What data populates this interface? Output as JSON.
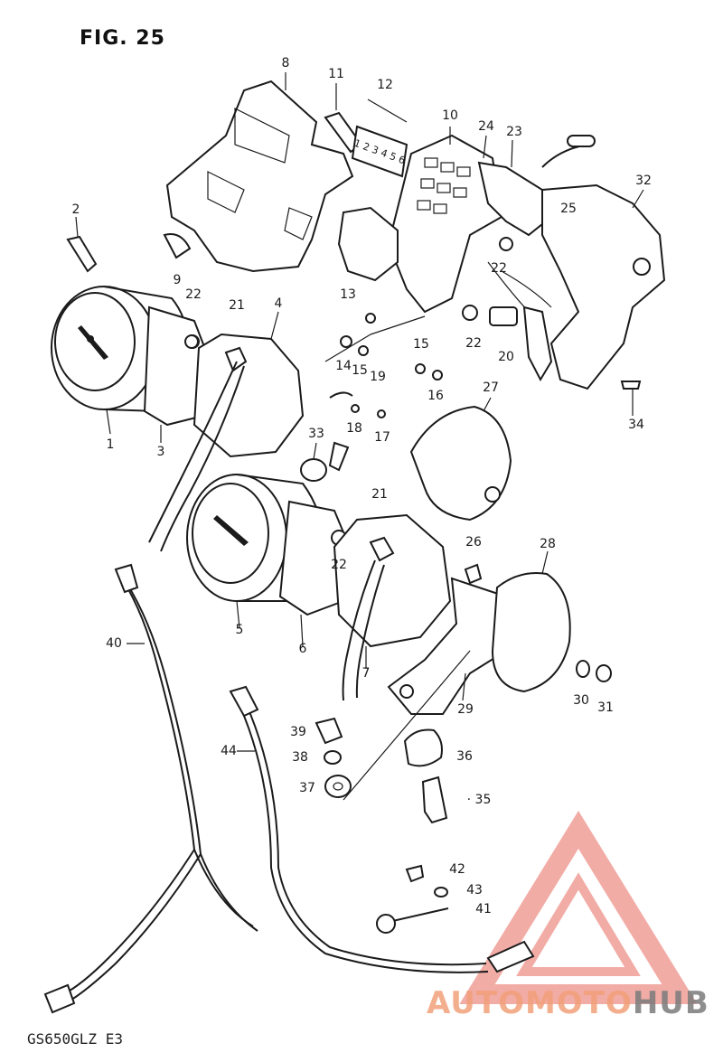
{
  "figure": {
    "title": "FIG. 25",
    "model_code": "GS650GLZ E3"
  },
  "watermark": {
    "brand_part1": "AUTOMOTO",
    "brand_part2": "HUB",
    "colors": {
      "triangle": "#e86a5e",
      "text_orange": "#f2a07a",
      "text_grey": "#7b7b7b"
    }
  },
  "callouts": {
    "c1": "1",
    "c2": "2",
    "c3": "3",
    "c4": "4",
    "c5": "5",
    "c6": "6",
    "c7": "7",
    "c8": "8",
    "c9": "9",
    "c10": "10",
    "c11": "11",
    "c12": "12",
    "c13": "13",
    "c14": "14",
    "c15a": "15",
    "c15b": "15",
    "c16": "16",
    "c17": "17",
    "c18": "18",
    "c19": "19",
    "c20": "20",
    "c21a": "21",
    "c21b": "21",
    "c22a": "22",
    "c22b": "22",
    "c22c": "22",
    "c22d": "22",
    "c23": "23",
    "c24": "24",
    "c25": "25",
    "c26": "26",
    "c27": "27",
    "c28": "28",
    "c29": "29",
    "c30": "30",
    "c31": "31",
    "c32": "32",
    "c33": "33",
    "c34": "34",
    "c35": "· 35",
    "c36": "36",
    "c37": "37",
    "c38": "38",
    "c39": "39",
    "c40": "40",
    "c41": "41",
    "c42": "42",
    "c43": "43",
    "c44": "44"
  },
  "indicator_digits": "1 2 3 4 5 6"
}
